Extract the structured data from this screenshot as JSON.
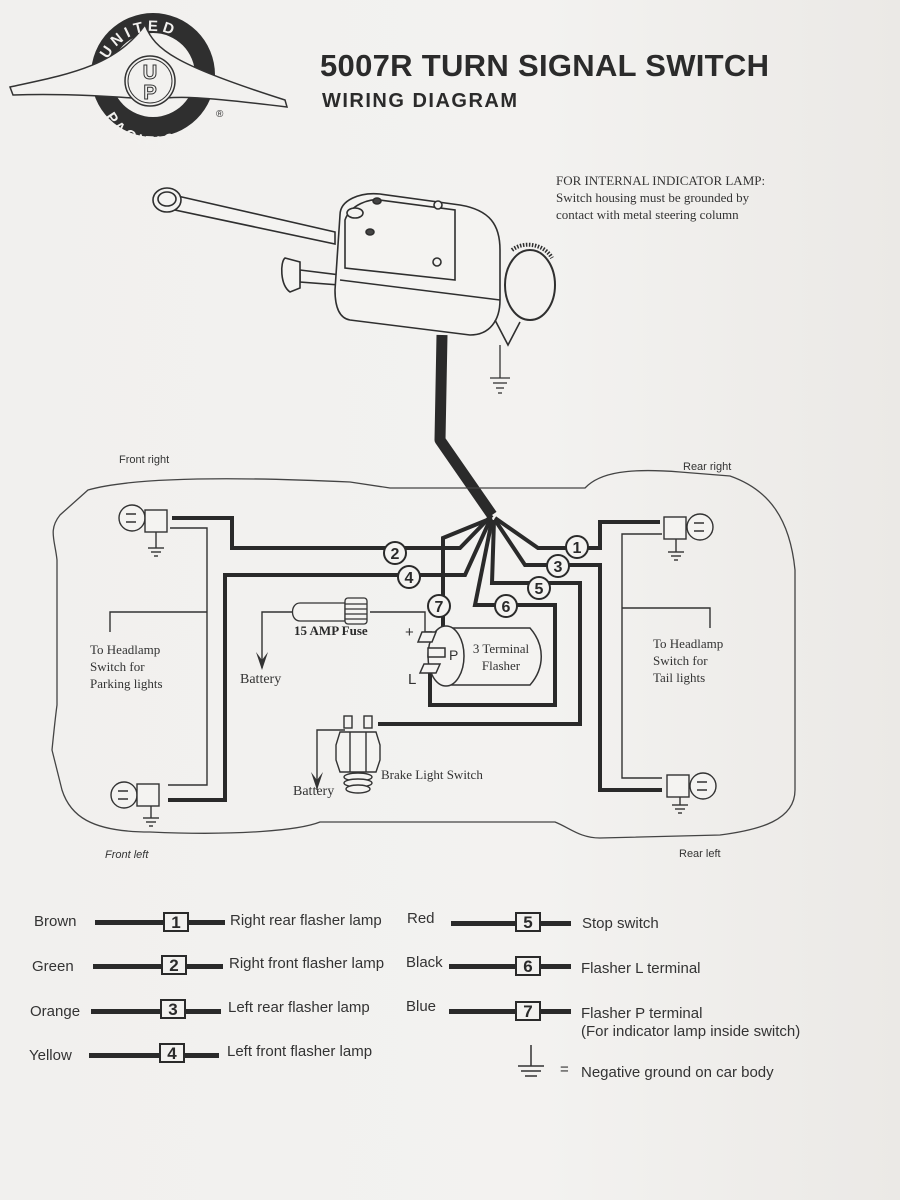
{
  "header": {
    "brand_top": "UNITED",
    "brand_bottom": "PACIFIC",
    "brand_mark": "UP",
    "registered": "®",
    "title": "5007R TURN SIGNAL SWITCH",
    "subtitle": "WIRING DIAGRAM"
  },
  "note": {
    "line1": "FOR INTERNAL INDICATOR LAMP:",
    "line2": "Switch housing must be grounded by",
    "line3": "contact with metal steering column"
  },
  "diagram": {
    "corners": {
      "front_right": "Front right",
      "rear_right": "Rear right",
      "front_left": "Front left",
      "rear_left": "Rear left"
    },
    "wire_numbers": [
      "1",
      "2",
      "3",
      "4",
      "5",
      "6",
      "7"
    ],
    "fuse_label": "15 AMP Fuse",
    "battery_label": "Battery",
    "flasher_label_1": "3 Terminal",
    "flasher_label_2": "Flasher",
    "flasher_terminals": {
      "plus": "+",
      "p": "P",
      "l": "L"
    },
    "brake_switch_label": "Brake Light Switch",
    "headlamp_left": [
      "To Headlamp",
      "Switch for",
      "Parking lights"
    ],
    "headlamp_right": [
      "To Headlamp",
      "Switch for",
      "Tail lights"
    ]
  },
  "legend": {
    "left": [
      {
        "color": "Brown",
        "number": "1",
        "description": "Right rear flasher lamp"
      },
      {
        "color": "Green",
        "number": "2",
        "description": "Right front flasher lamp"
      },
      {
        "color": "Orange",
        "number": "3",
        "description": "Left rear flasher lamp"
      },
      {
        "color": "Yellow",
        "number": "4",
        "description": "Left front flasher lamp"
      }
    ],
    "right": [
      {
        "color": "Red",
        "number": "5",
        "description": "Stop switch"
      },
      {
        "color": "Black",
        "number": "6",
        "description": "Flasher L terminal"
      },
      {
        "color": "Blue",
        "number": "7",
        "description": "Flasher P terminal",
        "description2": "(For indicator lamp inside switch)"
      }
    ],
    "ground_equals": "=",
    "ground_description": "Negative ground on car body"
  }
}
